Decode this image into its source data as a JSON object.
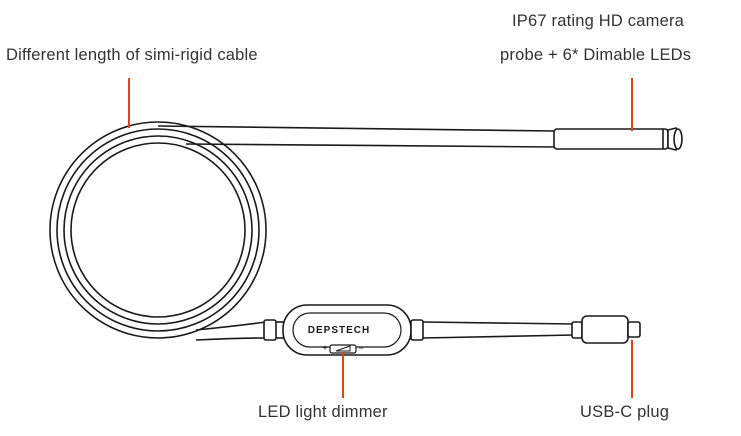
{
  "labels": {
    "cable": "Different length of simi-rigid cable",
    "camera_line1": "IP67 rating HD camera",
    "camera_line2": "probe + 6* Dimable LEDs",
    "dimmer": "LED light dimmer",
    "usb": "USB-C plug"
  },
  "device": {
    "brand": "DEPSTECH",
    "dimmer_plus": "+",
    "dimmer_minus": "−"
  },
  "colors": {
    "line": "#1a1a1a",
    "callout": "#e0431b",
    "text": "#333333"
  }
}
